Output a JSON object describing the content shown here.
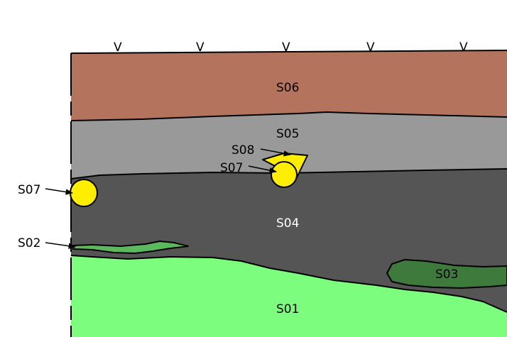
{
  "diagram": {
    "type": "stratigraphic-section",
    "layers": [
      {
        "id": "S06",
        "label": "S06",
        "fill": "#b4735c"
      },
      {
        "id": "S05",
        "label": "S05",
        "fill": "#999999"
      },
      {
        "id": "S04",
        "label": "S04",
        "fill": "#555555"
      },
      {
        "id": "S03",
        "label": "S03",
        "fill": "#3e7a3c"
      },
      {
        "id": "S02",
        "label": "S02",
        "fill": "#5cb85c"
      },
      {
        "id": "S01",
        "label": "S01",
        "fill": "#7dfd7d"
      }
    ],
    "features": [
      {
        "id": "S08",
        "label": "S08",
        "fill": "#ffee00"
      },
      {
        "id": "S07-a",
        "label": "S07",
        "fill": "#ffee00"
      },
      {
        "id": "S07-b",
        "label": "S07",
        "fill": "#ffee00"
      }
    ],
    "callouts": {
      "s07_left": "S07",
      "s02_left": "S02",
      "s08": "S08",
      "s07_inner": "S07"
    },
    "surface_markers": [
      "V",
      "V",
      "V",
      "V",
      "V"
    ]
  }
}
